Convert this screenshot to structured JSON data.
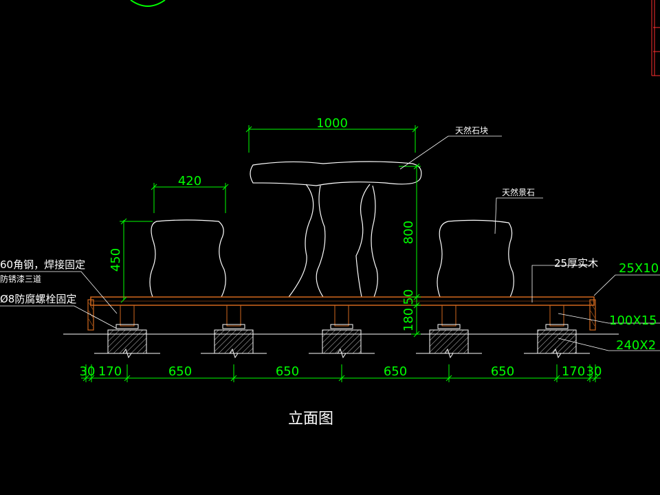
{
  "drawing": {
    "title": "立面图",
    "colors": {
      "background": "#000000",
      "dimension": "#00ff00",
      "wood": "#d2691e",
      "outline": "#ffffff",
      "frame": "#ff3030"
    },
    "top_dimensions": {
      "table_top": "1000",
      "stool_width": "420"
    },
    "vertical_dimensions": {
      "stool_height": "450",
      "table_height": "800",
      "deck_thickness": "50",
      "support_height": "180"
    },
    "bottom_dimensions": [
      "30",
      "170",
      "650",
      "650",
      "650",
      "650",
      "170",
      "30"
    ],
    "annotations": {
      "stone_block": "天然石块",
      "landscape_stone": "天然景石",
      "solid_wood": "25厚实木",
      "angle_steel": "60角钢，焊接固定",
      "anti_rust": "防锈漆三道",
      "bolt": "Ø8防腐螺栓固定",
      "size_a": "25X10",
      "size_b": "100X15",
      "size_c": "240X2"
    }
  }
}
